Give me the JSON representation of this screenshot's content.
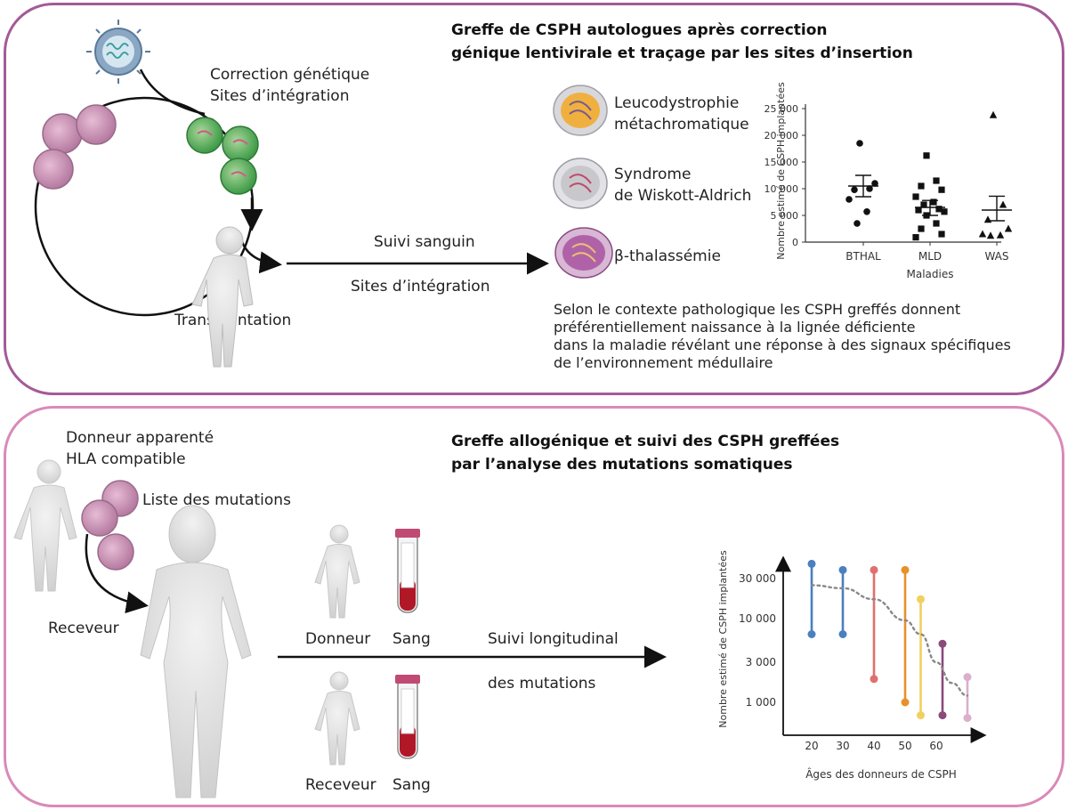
{
  "top_panel": {
    "title_line1": "Greffe de CSPH autologues après correction",
    "title_line2": "génique lentivirale et traçage par les sites d’insertion",
    "correction_line1": "Correction génétique",
    "correction_line2": "Sites d’intégration",
    "transplantation": "Transplantation",
    "suivi_sanguin": "Suivi sanguin",
    "sites_integration": "Sites d’intégration",
    "diseases": [
      {
        "line1": "Leucodystrophie",
        "line2": "métachromatique",
        "color": "#f0b040"
      },
      {
        "line1": "Syndrome",
        "line2": "de Wiskott-Aldrich",
        "color": "#c8c8cc"
      },
      {
        "line1": "β-thalassémie",
        "line2": "",
        "color": "#b062a8"
      }
    ],
    "paragraph": [
      "Selon le contexte pathologique les CSPH greffés donnent",
      "préférentiellement naissance à la lignée déficiente",
      "dans la maladie révélant une réponse à des signaux spécifiques",
      "de l’environnement médullaire"
    ]
  },
  "bottom_panel": {
    "title_line1": "Greffe allogénique et suivi des CSPH greffées",
    "title_line2": "par l’analyse des mutations somatiques",
    "donneur_line1": "Donneur apparenté",
    "donneur_line2": "HLA compatible",
    "liste_mutations": "Liste des mutations",
    "receveur_left": "Receveur",
    "donneur": "Donneur",
    "sang1": "Sang",
    "receveur": "Receveur",
    "sang2": "Sang",
    "suivi_longitudinal": "Suivi longitudinal",
    "des_mutations": "des mutations"
  },
  "chart_data": [
    {
      "type": "scatter",
      "ylabel": "Nombre estimé de CSPH implantées",
      "xlabel": "Maladies",
      "categories": [
        "BTHAL",
        "MLD",
        "WAS"
      ],
      "yticks": [
        "0",
        "5 000",
        "10 000",
        "15 000",
        "20 000",
        "25 000"
      ],
      "ylim": [
        0,
        25000
      ],
      "series": [
        {
          "category": "BTHAL",
          "marker": "circle",
          "mean": 10500,
          "sem": [
            8500,
            12500
          ],
          "values": [
            18500,
            10000,
            9800,
            11000,
            8000,
            5700,
            3500
          ]
        },
        {
          "category": "MLD",
          "marker": "square",
          "mean": 6500,
          "sem": [
            5000,
            7800
          ],
          "values": [
            16200,
            11500,
            10500,
            9800,
            8500,
            7500,
            7000,
            6200,
            6000,
            5700,
            5000,
            3500,
            2500,
            1500,
            900
          ]
        },
        {
          "category": "WAS",
          "marker": "triangle",
          "mean": 6000,
          "sem": [
            4000,
            8600
          ],
          "values": [
            23800,
            7000,
            4200,
            2500,
            1500,
            1300,
            1200
          ]
        }
      ]
    },
    {
      "type": "line",
      "ylabel": "Nombre estimé de CSPH implantées",
      "xlabel": "Âges des donneurs de CSPH",
      "xticks": [
        "20",
        "30",
        "40",
        "50",
        "60"
      ],
      "yticks": [
        "1 000",
        "3 000",
        "10 000",
        "30 000"
      ],
      "yscale": "log",
      "ranges": [
        {
          "age": 20,
          "low": 6500,
          "high": 45000,
          "color": "#4a7fc0"
        },
        {
          "age": 30,
          "low": 6500,
          "high": 38000,
          "color": "#4a7fc0"
        },
        {
          "age": 40,
          "low": 1900,
          "high": 38000,
          "color": "#e07070"
        },
        {
          "age": 50,
          "low": 1000,
          "high": 38000,
          "color": "#e8902a"
        },
        {
          "age": 55,
          "low": 700,
          "high": 17000,
          "color": "#f0d060"
        },
        {
          "age": 62,
          "low": 700,
          "high": 5000,
          "color": "#8a4a7a"
        },
        {
          "age": 70,
          "low": 650,
          "high": 2000,
          "color": "#dcaecb"
        }
      ],
      "trend": [
        {
          "age": 20,
          "value": 25000
        },
        {
          "age": 30,
          "value": 23000
        },
        {
          "age": 40,
          "value": 17000
        },
        {
          "age": 50,
          "value": 9500
        },
        {
          "age": 55,
          "value": 6500
        },
        {
          "age": 60,
          "value": 3000
        },
        {
          "age": 65,
          "value": 1700
        },
        {
          "age": 70,
          "value": 1200
        }
      ]
    }
  ]
}
